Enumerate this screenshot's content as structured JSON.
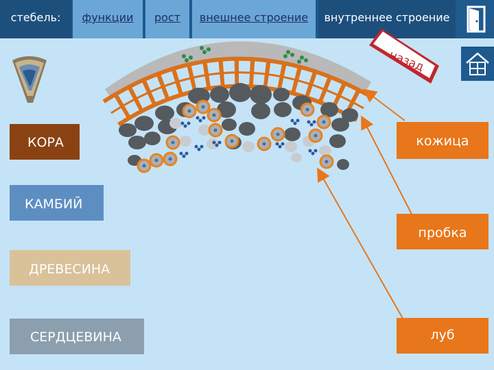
{
  "topbar": {
    "title": "стебель:",
    "tabs": [
      {
        "label": "функции"
      },
      {
        "label": "рост"
      },
      {
        "label": "внешнее строение"
      },
      {
        "label": "внутреннее строение"
      }
    ],
    "exit_icon": "door-exit-icon",
    "home_icon": "home-icon"
  },
  "back": {
    "label": "назад"
  },
  "layers": {
    "kora": "КОРА",
    "kambiy": "КАМБИЙ",
    "drevesina": "ДРЕВЕСИНА",
    "serdcevina": "СЕРДЦЕВИНА"
  },
  "tissues": {
    "kozhica": "кожица",
    "probka": "пробка",
    "lub": "луб"
  },
  "colors": {
    "topbar": "#1e5a8e",
    "tab_link": "#6aa6d6",
    "kora": "#8a4212",
    "kambiy": "#5d8ec2",
    "drevesina": "#d9c19a",
    "serdcevina": "#8c9fae",
    "tissue_label": "#e8761a",
    "arrow": "#e8761a",
    "back_arrow": "#c0272d"
  }
}
